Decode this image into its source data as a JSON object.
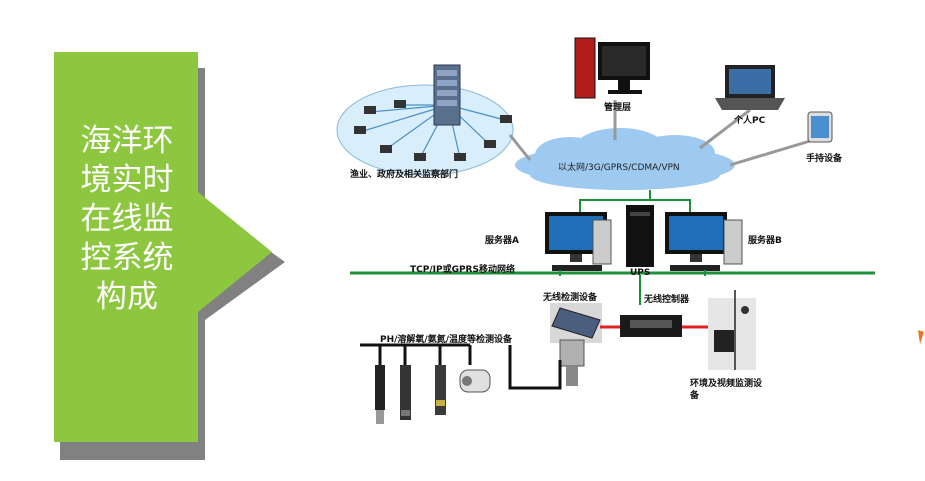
{
  "title": {
    "lines": [
      "海洋环",
      "境实时",
      "在线监",
      "控系统",
      "构成"
    ]
  },
  "colors": {
    "arrow_green": "#8dc63f",
    "arrow_shadow": "#6b6b6b",
    "network_line": "#1d8f3a",
    "cloud": "#9ec9f0",
    "cable": "#111111",
    "red_cable": "#e02020",
    "edge_mark": "#e87722"
  },
  "diagram": {
    "nodes": {
      "fisheries_gov": "渔业、政府及相关监察部门",
      "management": "管理层",
      "personal_pc": "个人PC",
      "handheld": "手持设备",
      "cloud": "以太网/3G/GPRS/CDMA/VPN",
      "server_a": "服务器A",
      "server_b": "服务器B",
      "ups": "UPS",
      "network": "TCP/IP或GPRS移动网络",
      "wireless_detector": "无线检测设备",
      "wireless_controller": "无线控制器",
      "sensors": "PH/溶解氧/氨氮/温度等检测设备",
      "env_video": "环境及视频监测设备"
    },
    "icons": [
      "server-rack-icon",
      "laptop-icon",
      "desktop-computer-icon",
      "tablet-icon",
      "monitor-icon",
      "tower-pc-icon",
      "ups-icon",
      "solar-panel-icon",
      "controller-box-icon",
      "probe-icon",
      "camera-pole-icon"
    ]
  }
}
